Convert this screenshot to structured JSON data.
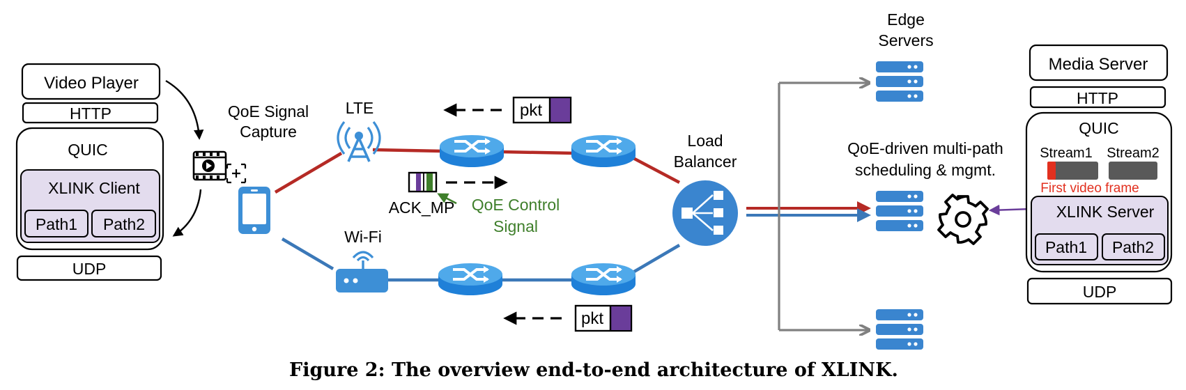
{
  "client": {
    "video_player": "Video Player",
    "http": "HTTP",
    "quic": "QUIC",
    "xlink_client": "XLINK Client",
    "path1": "Path1",
    "path2": "Path2",
    "udp": "UDP"
  },
  "qoe_capture": {
    "line1": "QoE Signal",
    "line2": "Capture"
  },
  "network": {
    "lte": "LTE",
    "wifi": "Wi-Fi",
    "pkt_top": "pkt",
    "pkt_bottom": "pkt",
    "ack_mp": "ACK_MP",
    "qoe_control_line1": "QoE Control",
    "qoe_control_line2": "Signal",
    "load_balancer_line1": "Load",
    "load_balancer_line2": "Balancer"
  },
  "edge": {
    "title_line1": "Edge",
    "title_line2": "Servers",
    "scheduling_line1": "QoE-driven multi-path",
    "scheduling_line2": "scheduling & mgmt."
  },
  "server": {
    "media_server": "Media Server",
    "http": "HTTP",
    "quic": "QUIC",
    "stream1": "Stream1",
    "stream2": "Stream2",
    "first_video_frame": "First video frame",
    "xlink_server": "XLINK Server",
    "path1": "Path1",
    "path2": "Path2",
    "udp": "UDP"
  },
  "caption": "Figure 2: The overview end-to-end architecture of XLINK.",
  "colors": {
    "lte_path": "#b52a25",
    "wifi_path": "#3b78b8",
    "device_blue": "#3d8fd6",
    "purple_fill": "#e3dcee",
    "packet_purple": "#6a3d9a",
    "qoe_green": "#3f7f2b",
    "stream_gray": "#595959",
    "first_frame_red": "#e2301f",
    "feedback_arrow": "#6a3d9a",
    "edge_arrow_gray": "#808080"
  }
}
